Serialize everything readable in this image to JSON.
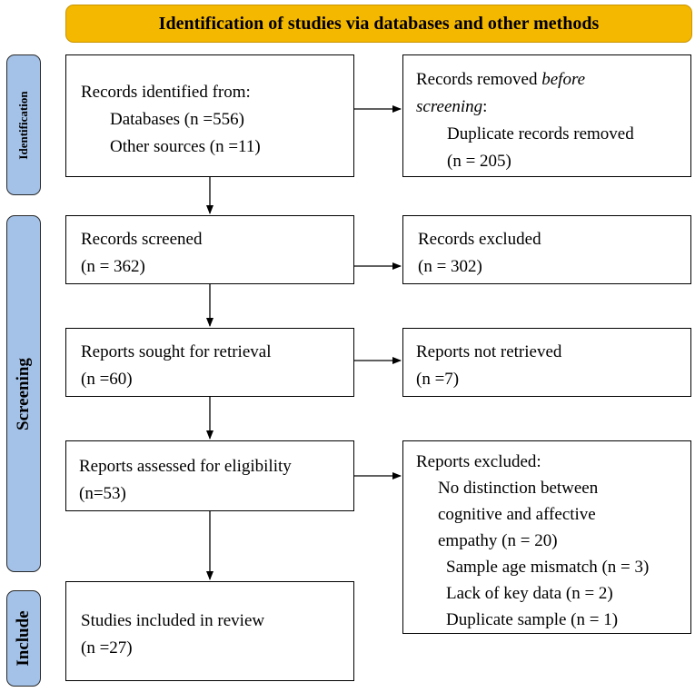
{
  "header": {
    "title": "Identification of studies via databases and other methods"
  },
  "phases": {
    "identification": "Identification",
    "screening": "Screening",
    "include": "Include"
  },
  "boxes": {
    "identified": {
      "title": "Records identified from:",
      "databases": "Databases (n =556)",
      "other_sources": "Other sources (n =11)"
    },
    "removed": {
      "line1": "Records removed",
      "line1_em": "before",
      "line2_em": "screening",
      "line2_suffix": ":",
      "detail": "Duplicate records removed",
      "count": "(n = 205)"
    },
    "screened": {
      "title": "Records screened",
      "count": "(n = 362)"
    },
    "excluded": {
      "title": "Records excluded",
      "count": "(n = 302)"
    },
    "sought": {
      "title": "Reports sought for retrieval",
      "count": "(n =60)"
    },
    "not_retrieved": {
      "title": "Reports not retrieved",
      "count": "(n =7)"
    },
    "assessed": {
      "title": "Reports assessed for eligibility",
      "count": "(n=53)"
    },
    "reports_excluded": {
      "title": "Reports excluded:",
      "reason1_a": "No distinction between",
      "reason1_b": "cognitive and affective",
      "reason1_c": "empathy (n = 20)",
      "reason2": "Sample age mismatch (n = 3)",
      "reason3": "Lack of key data (n = 2)",
      "reason4": "Duplicate sample (n = 1)"
    },
    "included": {
      "title": "Studies included in review",
      "count": "(n =27)"
    }
  }
}
